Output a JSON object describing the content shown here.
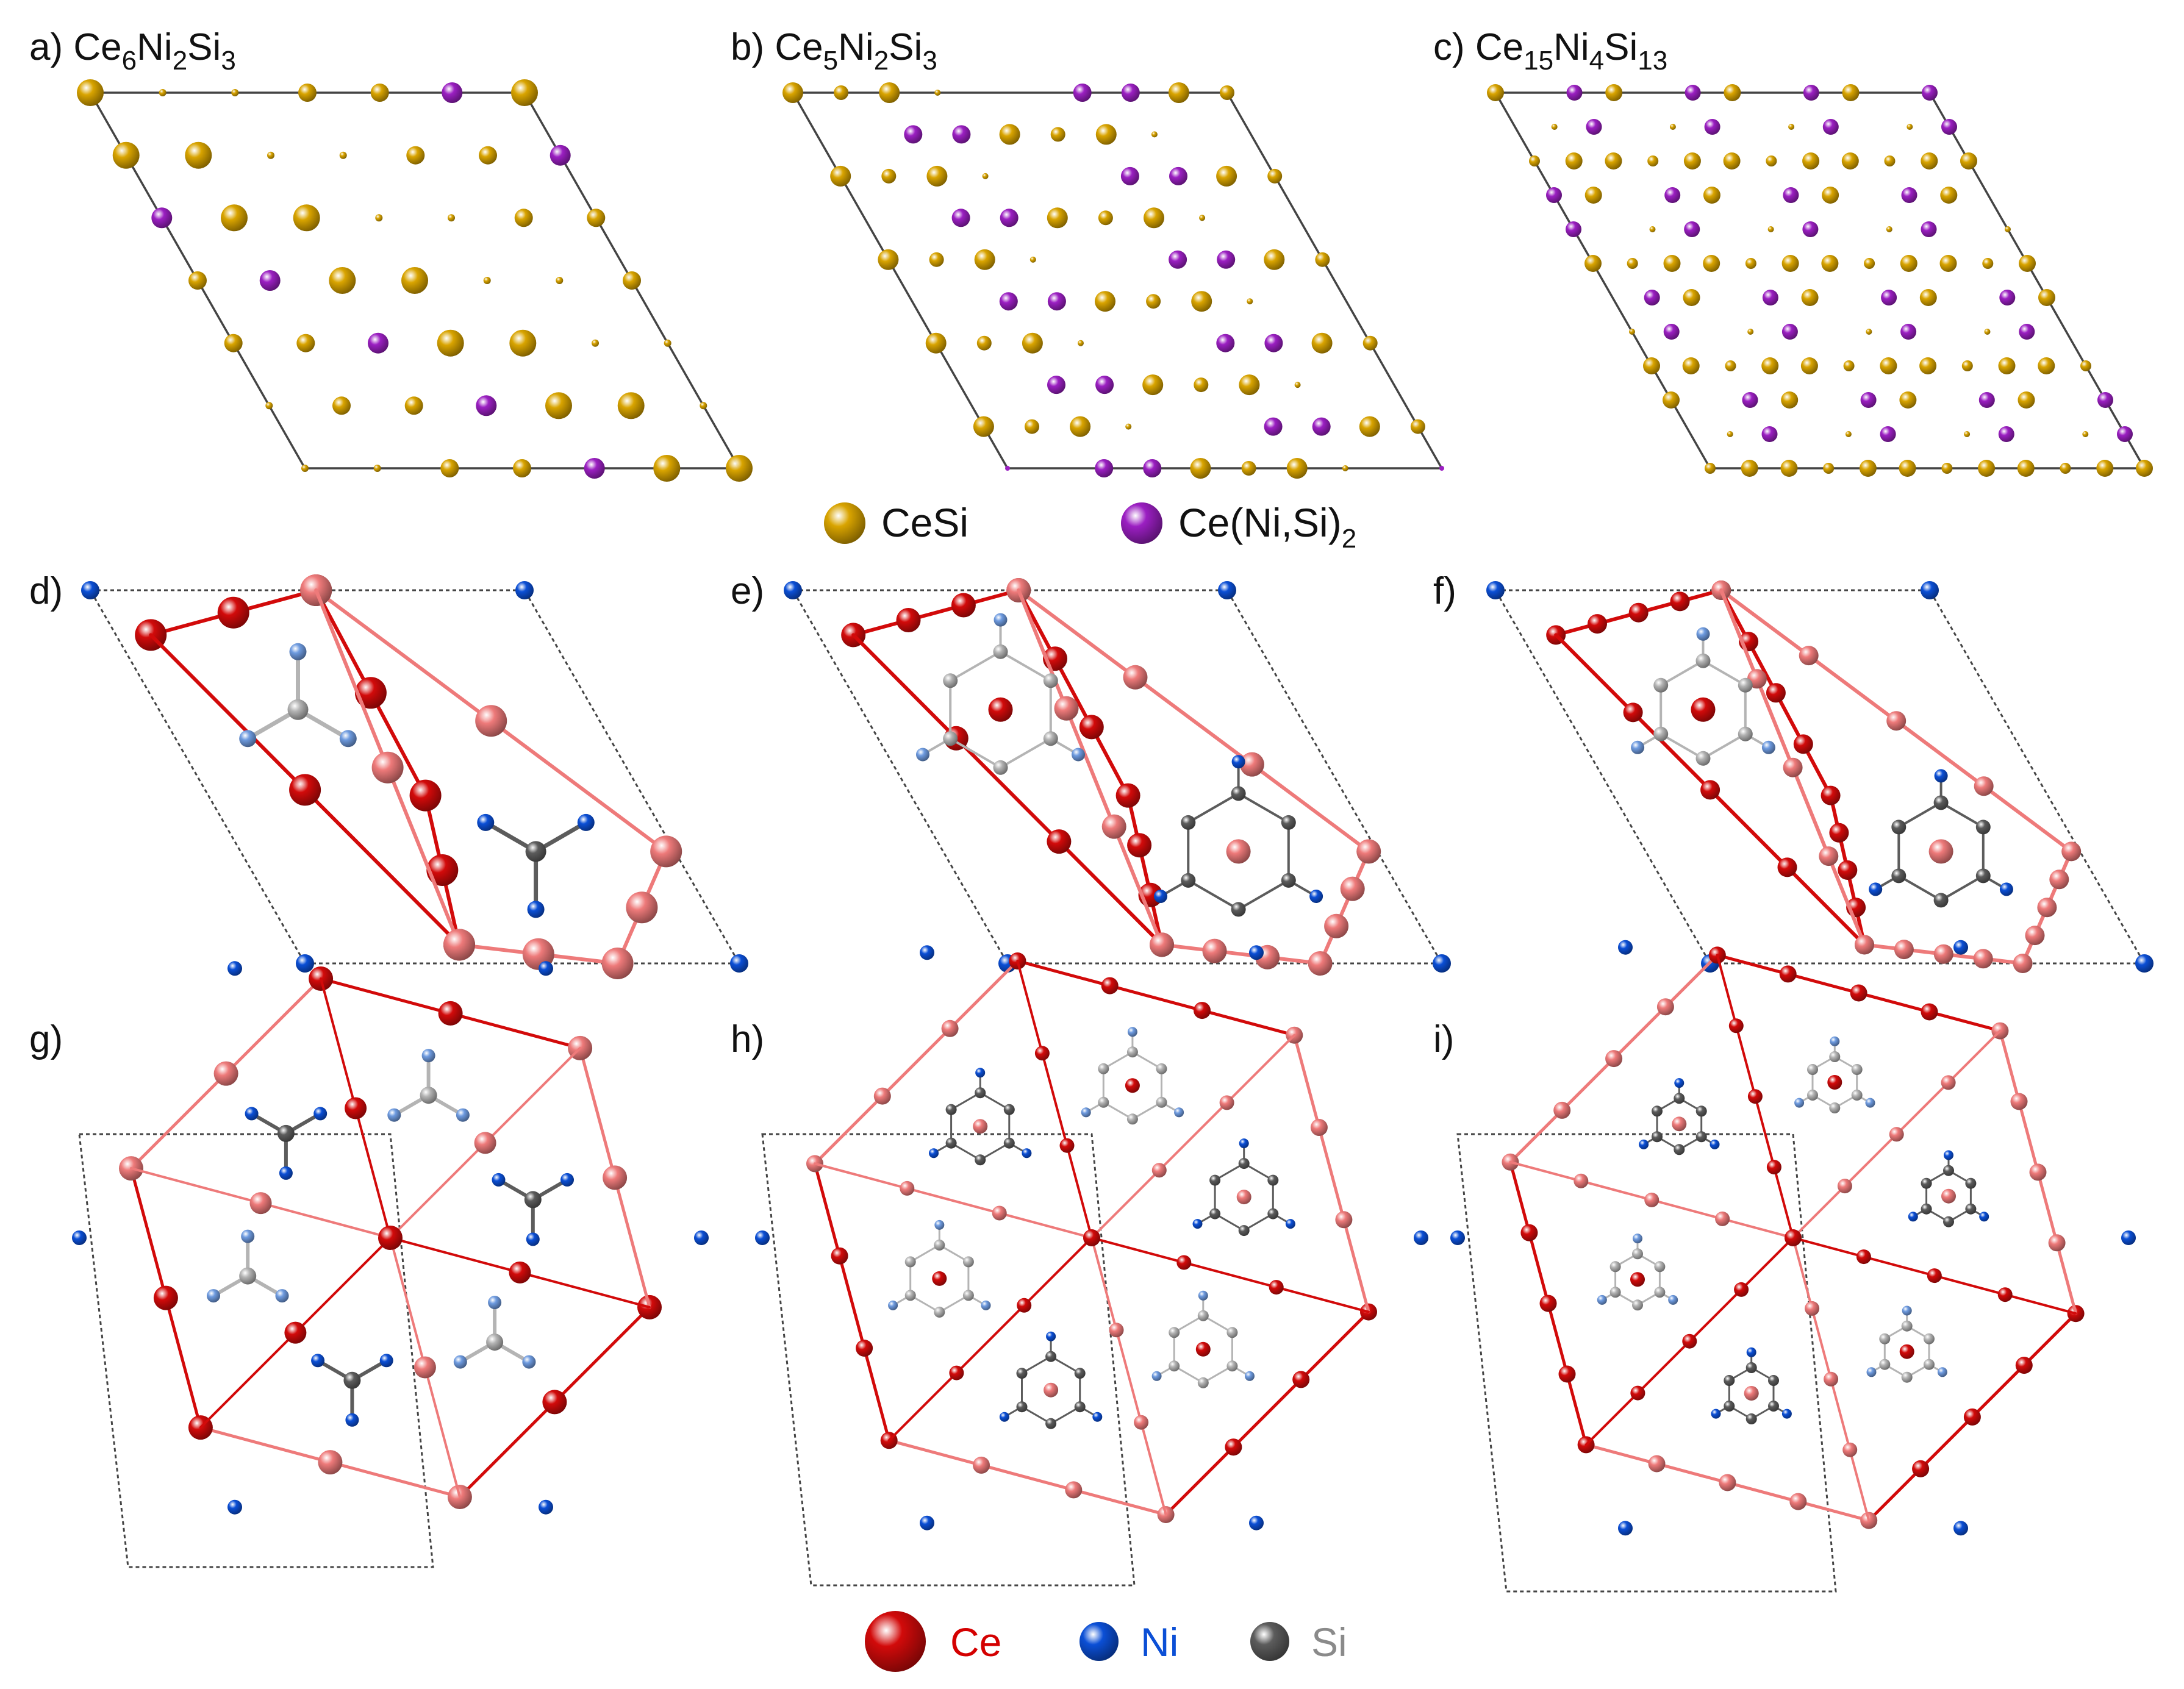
{
  "panels": [
    {
      "id": "a",
      "label": "a)",
      "formula": [
        {
          "t": "Ce"
        },
        {
          "t": "6",
          "sub": true
        },
        {
          "t": "Ni"
        },
        {
          "t": "2",
          "sub": true
        },
        {
          "t": "Si"
        },
        {
          "t": "3",
          "sub": true
        }
      ]
    },
    {
      "id": "b",
      "label": "b)",
      "formula": [
        {
          "t": "Ce"
        },
        {
          "t": "5",
          "sub": true
        },
        {
          "t": "Ni"
        },
        {
          "t": "2",
          "sub": true
        },
        {
          "t": "Si"
        },
        {
          "t": "3",
          "sub": true
        }
      ]
    },
    {
      "id": "c",
      "label": "c)",
      "formula": [
        {
          "t": "Ce"
        },
        {
          "t": "15",
          "sub": true
        },
        {
          "t": "Ni"
        },
        {
          "t": "4",
          "sub": true
        },
        {
          "t": "Si"
        },
        {
          "t": "13",
          "sub": true
        }
      ]
    },
    {
      "id": "d",
      "label": "d)"
    },
    {
      "id": "e",
      "label": "e)"
    },
    {
      "id": "f",
      "label": "f)"
    },
    {
      "id": "g",
      "label": "g)"
    },
    {
      "id": "h",
      "label": "h)"
    },
    {
      "id": "i",
      "label": "i)"
    }
  ],
  "legend_top": [
    {
      "name": "cesi",
      "label": "CeSi",
      "color": "#d9a400"
    },
    {
      "name": "ce-ni-si2",
      "label": "Ce(Ni,Si)",
      "sub": "2",
      "color": "#9b1fc2"
    }
  ],
  "legend_bottom": [
    {
      "name": "ce",
      "label": "Ce",
      "color": "#d40000",
      "text_color": "#d40000"
    },
    {
      "name": "ni",
      "label": "Ni",
      "color": "#0b4fd6",
      "text_color": "#0b4fd6"
    },
    {
      "name": "si",
      "label": "Si",
      "color": "#666666",
      "text_color": "#8a8a8a"
    }
  ],
  "colors": {
    "cesi": "#d9a400",
    "ce_ni_si": "#9b1fc2",
    "ce_dark": "#d20a0a",
    "ce_light": "#ee7a7a",
    "ni": "#0b4fd6",
    "ni_light": "#6e9be0",
    "si_dark": "#5c5c5c",
    "si_light": "#b4b4b4",
    "cell_line": "#444444"
  }
}
